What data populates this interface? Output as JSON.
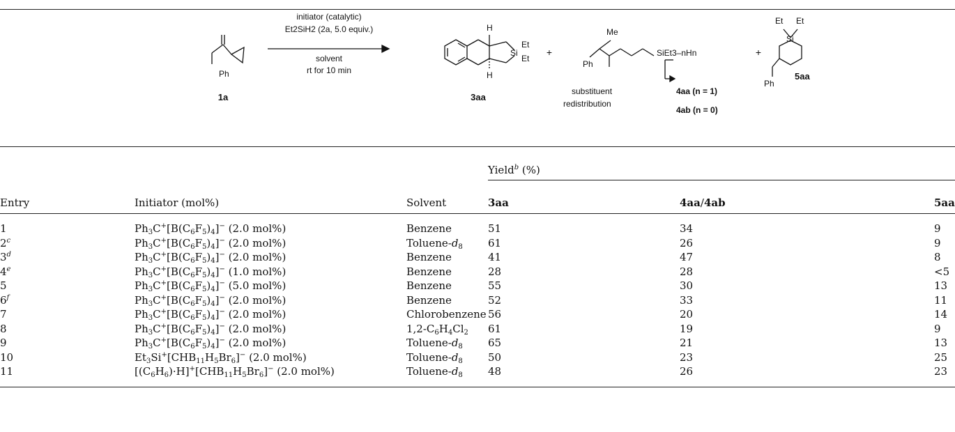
{
  "scheme": {
    "reactant": "1a",
    "reactant_ph": "Ph",
    "conditions": [
      "initiator (catalytic)",
      "Et2SiH2 (2a, 5.0 equiv.)",
      "solvent",
      "rt for 10 min"
    ],
    "plus": "+",
    "product_3": {
      "label": "3aa",
      "h": "H",
      "si": "Si",
      "et": "Et"
    },
    "product_4": {
      "me": "Me",
      "ph": "Ph",
      "silyl": "SiEt3–nHn",
      "label_aa": "4aa (n = 1)",
      "label_ab": "4ab (n = 0)",
      "note1": "substituent",
      "note2": "redistribution"
    },
    "product_5": {
      "label": "5aa",
      "et": "Et",
      "si": "Si",
      "ph": "Ph"
    }
  },
  "table": {
    "yield_header": "Yield",
    "yield_footnote": "b",
    "yield_unit": "(%)",
    "columns": [
      "Entry",
      "Initiator (mol%)",
      "Solvent",
      "3aa",
      "4aa/4ab",
      "5aa"
    ],
    "rows": [
      {
        "entry": "1",
        "fn": "",
        "init": "trityl",
        "loading": "(2.0 mol%)",
        "solvent": "Benzene",
        "y3": "51",
        "y4": "34",
        "y5": "9"
      },
      {
        "entry": "2",
        "fn": "c",
        "init": "trityl",
        "loading": "(2.0 mol%)",
        "solvent": "Toluene-d8",
        "y3": "61",
        "y4": "26",
        "y5": "9"
      },
      {
        "entry": "3",
        "fn": "d",
        "init": "trityl",
        "loading": "(2.0 mol%)",
        "solvent": "Benzene",
        "y3": "41",
        "y4": "47",
        "y5": "8"
      },
      {
        "entry": "4",
        "fn": "e",
        "init": "trityl",
        "loading": "(1.0 mol%)",
        "solvent": "Benzene",
        "y3": "28",
        "y4": "28",
        "y5": "<5"
      },
      {
        "entry": "5",
        "fn": "",
        "init": "trityl",
        "loading": "(5.0 mol%)",
        "solvent": "Benzene",
        "y3": "55",
        "y4": "30",
        "y5": "13"
      },
      {
        "entry": "6",
        "fn": "f",
        "init": "trityl",
        "loading": "(2.0 mol%)",
        "solvent": "Benzene",
        "y3": "52",
        "y4": "33",
        "y5": "11"
      },
      {
        "entry": "7",
        "fn": "",
        "init": "trityl",
        "loading": "(2.0 mol%)",
        "solvent": "Chlorobenzene",
        "y3": "56",
        "y4": "20",
        "y5": "14"
      },
      {
        "entry": "8",
        "fn": "",
        "init": "trityl",
        "loading": "(2.0 mol%)",
        "solvent": "1,2-C6H4Cl2",
        "y3": "61",
        "y4": "19",
        "y5": "9"
      },
      {
        "entry": "9",
        "fn": "",
        "init": "trityl",
        "loading": "(2.0 mol%)",
        "solvent": "Toluene-d8",
        "y3": "65",
        "y4": "21",
        "y5": "13"
      },
      {
        "entry": "10",
        "fn": "",
        "init": "silylium",
        "loading": "(2.0 mol%)",
        "solvent": "Toluene-d8",
        "y3": "50",
        "y4": "23",
        "y5": "25"
      },
      {
        "entry": "11",
        "fn": "",
        "init": "arenium",
        "loading": "(2.0 mol%)",
        "solvent": "Toluene-d8",
        "y3": "48",
        "y4": "26",
        "y5": "23"
      }
    ]
  }
}
